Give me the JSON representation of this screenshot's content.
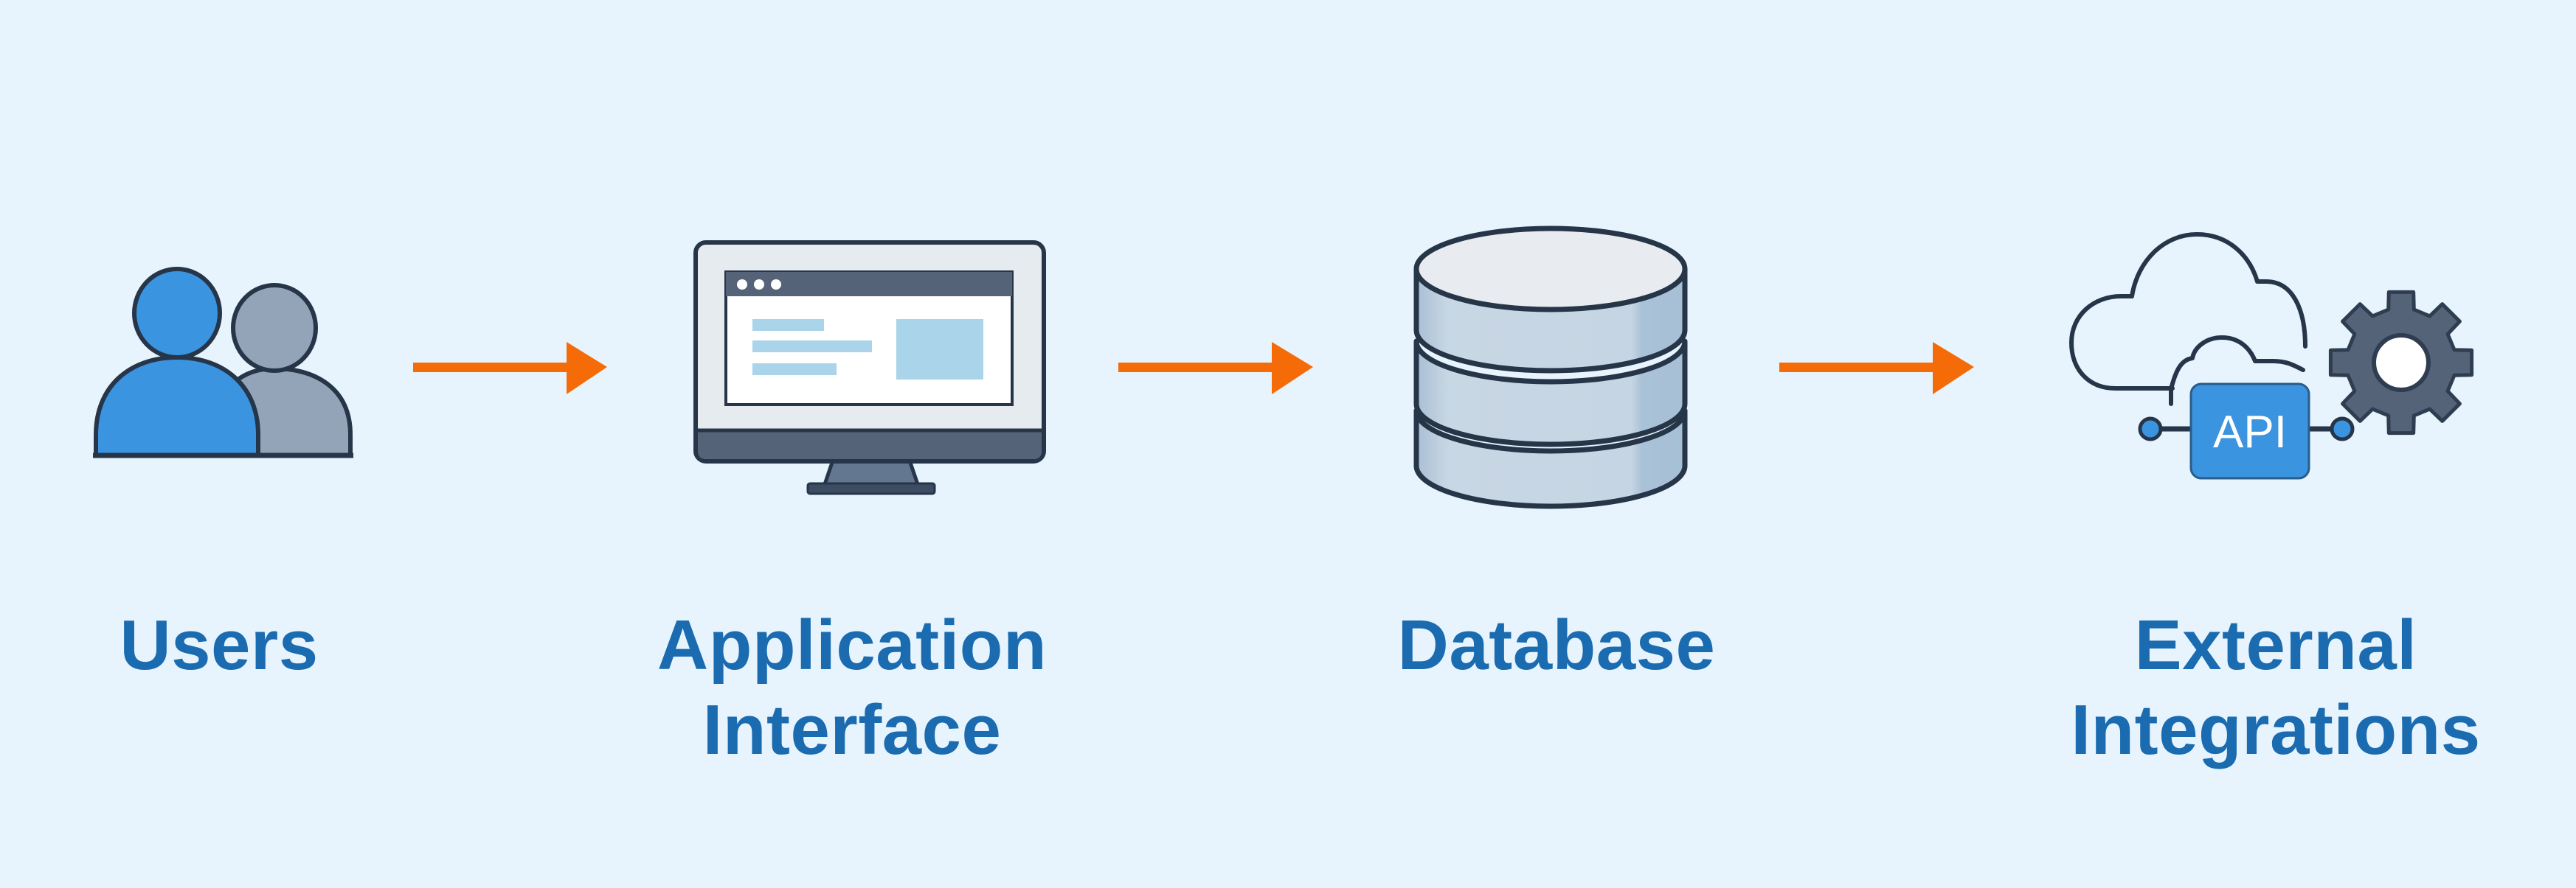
{
  "diagram": {
    "type": "flow",
    "direction": "left-to-right",
    "colors": {
      "background": "#e7f4fd",
      "label_text": "#1a6bb0",
      "arrow": "#f56b08",
      "outline": "#263548",
      "primary_blue": "#3a94e0",
      "secondary_gray": "#93a3b8",
      "dark_slate": "#556378",
      "screen_white": "#ffffff",
      "frame_light": "#e6ebf0",
      "content_blue": "#a9d4ea",
      "cylinder_body": "#c6d5e3",
      "cylinder_top": "#e8ecf1"
    },
    "nodes": [
      {
        "id": "users",
        "icon": "users-icon",
        "label_lines": [
          "Users"
        ]
      },
      {
        "id": "application-interface",
        "icon": "monitor-icon",
        "label_lines": [
          "Application",
          "Interface"
        ]
      },
      {
        "id": "database",
        "icon": "database-icon",
        "label_lines": [
          "Database"
        ]
      },
      {
        "id": "external-integrations",
        "icon": "cloud-api-gear-icon",
        "label_lines": [
          "External",
          "Integrations"
        ],
        "badge_text": "API"
      }
    ],
    "edges": [
      {
        "from": "users",
        "to": "application-interface"
      },
      {
        "from": "application-interface",
        "to": "database"
      },
      {
        "from": "database",
        "to": "external-integrations"
      }
    ]
  }
}
